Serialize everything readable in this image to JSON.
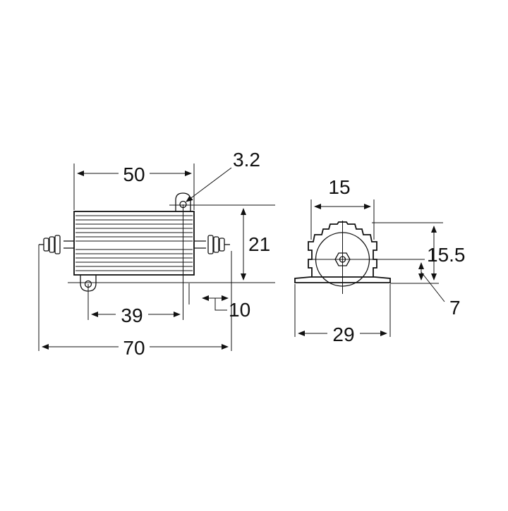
{
  "dimensions": {
    "length_body": "50",
    "hole_diameter": "3.2",
    "height_body": "21",
    "hole_spacing": "39",
    "terminal_offset": "10",
    "length_total": "70",
    "fin_width": "15",
    "height_center": "15.5",
    "base_height": "7",
    "base_width": "29"
  },
  "colors": {
    "line": "#111111",
    "background": "#ffffff"
  }
}
